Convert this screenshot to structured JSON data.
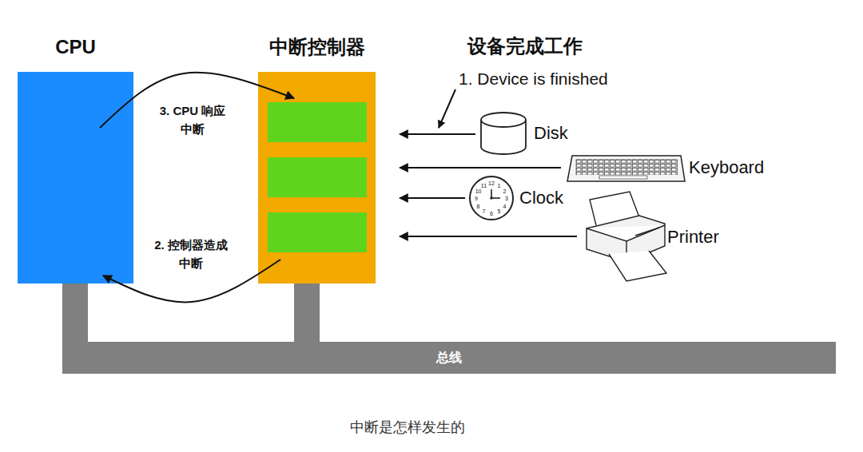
{
  "diagram": {
    "caption": "中断是怎样发生的",
    "nodes": [
      {
        "text": [
          "CPU"
        ]
      },
      {
        "text": [
          "中断控制器"
        ]
      },
      {
        "text": [
          "Disk"
        ]
      },
      {
        "text": [
          "Keyboard"
        ]
      },
      {
        "text": [
          "Clock"
        ]
      },
      {
        "text": [
          "Printer"
        ]
      },
      {
        "text": [
          "总线"
        ]
      }
    ],
    "edges": [
      {
        "from": 0,
        "to": 1,
        "arrow": "to",
        "label": "3. CPU 响应 中断"
      },
      {
        "from": 1,
        "to": 0,
        "arrow": "to",
        "label": "2. 控制器造成 中断"
      },
      {
        "from": 2,
        "to": 1,
        "arrow": "to"
      },
      {
        "from": 3,
        "to": 1,
        "arrow": "to"
      },
      {
        "from": 4,
        "to": 1,
        "arrow": "to"
      },
      {
        "from": 5,
        "to": 1,
        "arrow": "to"
      },
      {
        "from": 0,
        "to": 6,
        "arrow": "none"
      },
      {
        "from": 1,
        "to": 6,
        "arrow": "none"
      }
    ],
    "labels": [
      "设备完成工作",
      "1. Device is finished",
      "12",
      "1",
      "2",
      "3",
      "4",
      "5",
      "6",
      "7",
      "8",
      "9",
      "10",
      "11"
    ]
  }
}
